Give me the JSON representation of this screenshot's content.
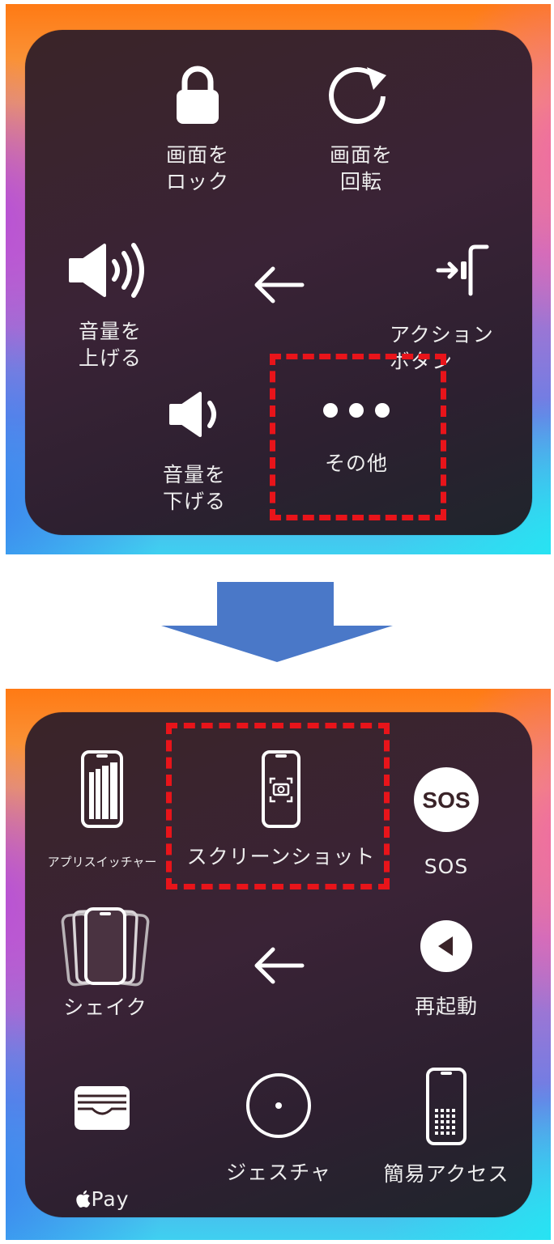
{
  "top_menu": {
    "items": [
      {
        "id": "lock",
        "label": "画面を\nロック",
        "icon": "lock-icon"
      },
      {
        "id": "rotate",
        "label": "画面を\n回転",
        "icon": "rotate-icon"
      },
      {
        "id": "volume-up",
        "label": "音量を\n上げる",
        "icon": "speaker-loud-icon"
      },
      {
        "id": "back",
        "label": "",
        "icon": "back-arrow-icon"
      },
      {
        "id": "action-button",
        "label": "アクション\nボタン",
        "icon": "action-button-icon"
      },
      {
        "id": "volume-down",
        "label": "音量を\n下げる",
        "icon": "speaker-soft-icon"
      },
      {
        "id": "more",
        "label": "その他",
        "icon": "ellipsis-icon"
      }
    ]
  },
  "bottom_menu": {
    "items": [
      {
        "id": "app-switcher",
        "label": "アプリスイッチャー",
        "icon": "app-switcher-icon"
      },
      {
        "id": "screenshot",
        "label": "スクリーンショット",
        "icon": "screenshot-icon"
      },
      {
        "id": "sos",
        "label": "SOS",
        "icon": "sos-icon",
        "badge": "SOS"
      },
      {
        "id": "shake",
        "label": "シェイク",
        "icon": "shake-icon"
      },
      {
        "id": "back",
        "label": "",
        "icon": "back-arrow-icon"
      },
      {
        "id": "restart",
        "label": "再起動",
        "icon": "restart-icon"
      },
      {
        "id": "apple-pay",
        "label": "Pay",
        "icon": "wallet-icon"
      },
      {
        "id": "gesture",
        "label": "ジェスチャ",
        "icon": "gesture-icon"
      },
      {
        "id": "accessibility",
        "label": "簡易アクセス",
        "icon": "reachability-icon"
      }
    ]
  },
  "colors": {
    "highlight": "#e8141a",
    "arrow": "#4a78c8"
  }
}
